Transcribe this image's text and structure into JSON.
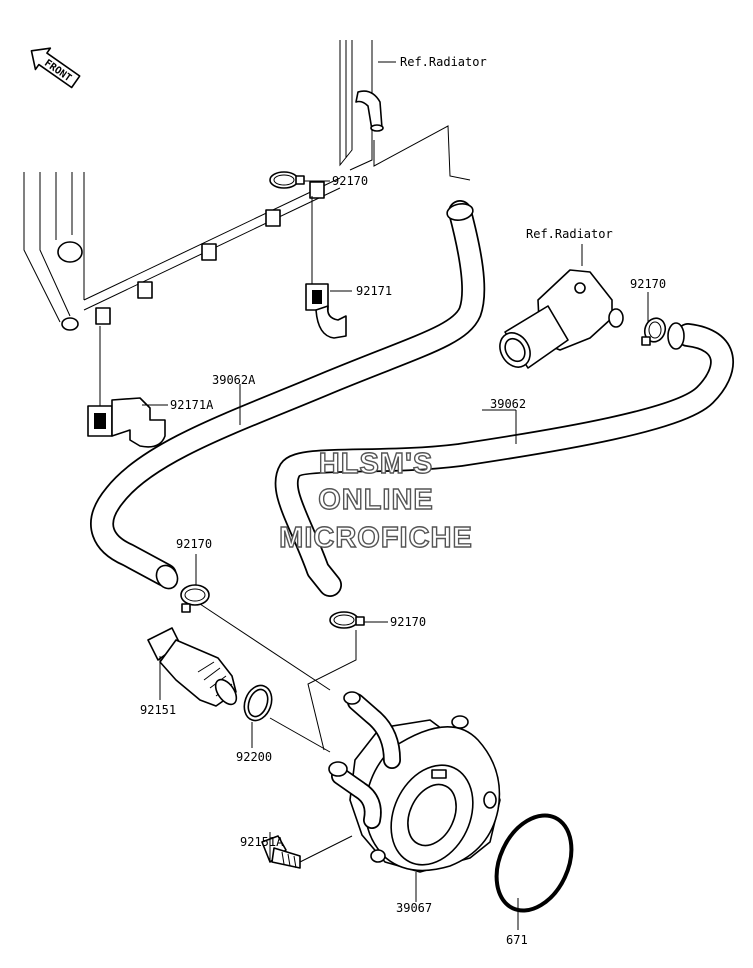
{
  "front_arrow": "FRONT",
  "references": {
    "ref_radiator_top": "Ref.Radiator",
    "ref_radiator_mid": "Ref.Radiator"
  },
  "parts": {
    "clamp_top_right": "92170",
    "clamp_fitting": "92170",
    "clamp_left": "92170",
    "clamp_center": "92170",
    "hose_left": "39062A",
    "hose_right": "39062",
    "bracket_right": "92171",
    "bracket_left": "92171A",
    "union_bolt": "92151",
    "bolt": "92151A",
    "gasket": "92200",
    "oil_cooler": "39067",
    "o_ring": "671"
  },
  "watermark": {
    "line1": "HLSM'S",
    "line2": "ONLINE",
    "line3": "MICROFICHE"
  }
}
